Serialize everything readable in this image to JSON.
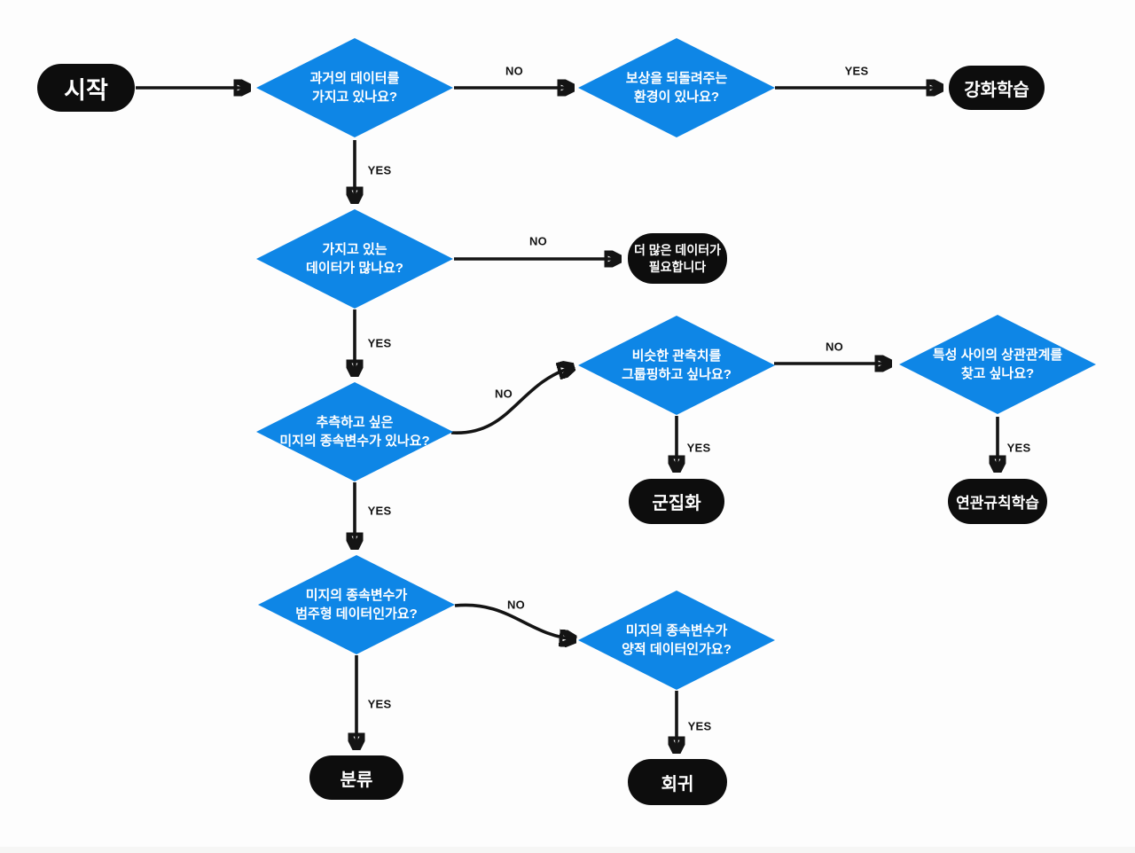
{
  "flowchart": {
    "language": "ko",
    "colors": {
      "decision_fill": "#0e86e6",
      "terminal_fill": "#0d0d0d",
      "edge_stroke": "#141414",
      "node_text": "#ffffff",
      "label_text": "#141414",
      "background": "#fdfdfd"
    },
    "nodes": {
      "start": {
        "label": "시작",
        "type": "terminal"
      },
      "d_has_past_data": {
        "label": "과거의 데이터를\n가지고 있나요?",
        "type": "decision"
      },
      "d_reward_env": {
        "label": "보상을 되돌려주는\n환경이 있나요?",
        "type": "decision"
      },
      "t_reinforcement": {
        "label": "강화학습",
        "type": "terminal"
      },
      "d_much_data": {
        "label": "가지고 있는\n데이터가 많나요?",
        "type": "decision"
      },
      "t_need_more_data": {
        "label": "더 많은 데이터가\n필요합니다",
        "type": "terminal"
      },
      "d_predict_unknown": {
        "label": "추측하고 싶은\n미지의 종속변수가 있나요?",
        "type": "decision"
      },
      "d_grouping": {
        "label": "비슷한 관측치를\n그룹핑하고 싶나요?",
        "type": "decision"
      },
      "d_correlation": {
        "label": "특성 사이의 상관관계를\n찾고 싶나요?",
        "type": "decision"
      },
      "t_clustering": {
        "label": "군집화",
        "type": "terminal"
      },
      "t_association": {
        "label": "연관규칙학습",
        "type": "terminal"
      },
      "d_categorical": {
        "label": "미지의 종속변수가\n범주형 데이터인가요?",
        "type": "decision"
      },
      "d_quantitative": {
        "label": "미지의 종속변수가\n양적 데이터인가요?",
        "type": "decision"
      },
      "t_classification": {
        "label": "분류",
        "type": "terminal"
      },
      "t_regression": {
        "label": "회귀",
        "type": "terminal"
      }
    },
    "edges": {
      "has_past_data_no": {
        "label": "NO"
      },
      "reward_env_yes": {
        "label": "YES"
      },
      "has_past_data_yes": {
        "label": "YES"
      },
      "much_data_no": {
        "label": "NO"
      },
      "much_data_yes": {
        "label": "YES"
      },
      "predict_unknown_no": {
        "label": "NO"
      },
      "grouping_no": {
        "label": "NO"
      },
      "grouping_yes": {
        "label": "YES"
      },
      "correlation_yes": {
        "label": "YES"
      },
      "predict_unknown_yes": {
        "label": "YES"
      },
      "categorical_no": {
        "label": "NO"
      },
      "categorical_yes": {
        "label": "YES"
      },
      "quantitative_yes": {
        "label": "YES"
      }
    }
  }
}
